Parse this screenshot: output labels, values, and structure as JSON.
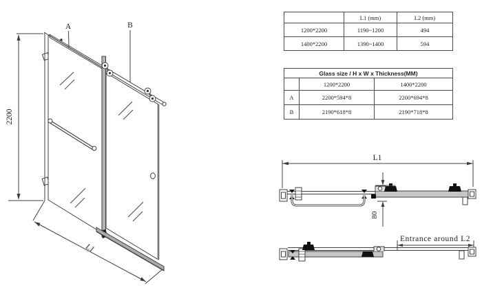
{
  "iso_view": {
    "label_panel_a": "A",
    "label_panel_b": "B",
    "height_dim": "2200",
    "length_dim": "L1"
  },
  "size_table": {
    "col_headers": [
      "",
      "L1 (mm)",
      "L2 (mm)"
    ],
    "rows": [
      {
        "size": "1200*2200",
        "l1_range": "1190~1200",
        "l2": "494"
      },
      {
        "size": "1400*2200",
        "l1_range": "1390~1400",
        "l2": "594"
      }
    ]
  },
  "glass_table": {
    "title": "Glass size / H x W x Thickness(MM)",
    "col_headers": [
      "",
      "1200*2200",
      "1400*2200"
    ],
    "rows": [
      {
        "panel": "A",
        "size_1200": "2200*594*8",
        "size_1400": "2200*694*8"
      },
      {
        "panel": "B",
        "size_1200": "2190*618*8",
        "size_1400": "2190*718*8"
      }
    ]
  },
  "top_view_closed": {
    "length_dim": "L1",
    "depth_dim": "80"
  },
  "top_view_open": {
    "entrance_dim": "Entrance around L2"
  },
  "colors": {
    "line": "#3f3f3f",
    "aluminum": "#c6c6c6",
    "hardware_black": "#111111"
  }
}
